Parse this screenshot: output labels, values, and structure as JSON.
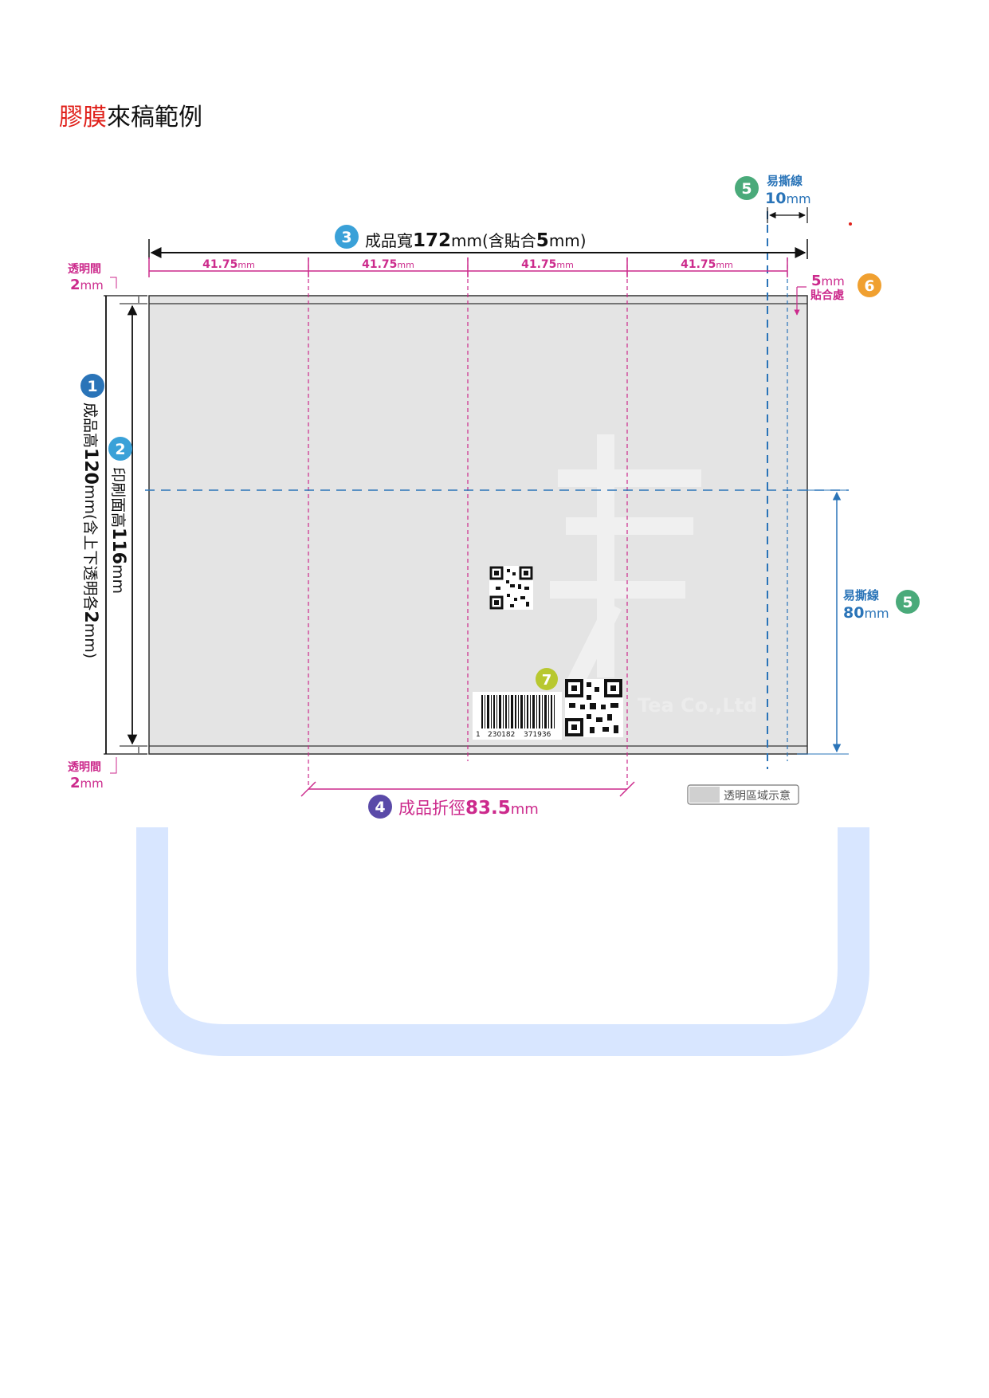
{
  "title": {
    "highlight": "膠膜",
    "rest": "來稿範例"
  },
  "width_label": {
    "num": "3",
    "prefix": "成品寬",
    "value": "172",
    "unit": "mm(含貼合",
    "value2": "5",
    "unit2": "mm)"
  },
  "panel_widths": [
    "41.75",
    "41.75",
    "41.75",
    "41.75"
  ],
  "panel_unit": "mm",
  "gap_top": {
    "label": "透明間",
    "value": "2",
    "unit": "mm"
  },
  "gap_bottom": {
    "label": "透明間",
    "value": "2",
    "unit": "mm"
  },
  "height_label_1": {
    "num": "1",
    "prefix": "成品高",
    "value": "120",
    "unit": "mm(含上下透明各",
    "value2": "2",
    "unit2": "mm)"
  },
  "height_label_2": {
    "num": "2",
    "prefix": "印刷面高",
    "value": "116",
    "unit": "mm"
  },
  "tear_top": {
    "num": "5",
    "label": "易撕線",
    "value": "10",
    "unit": "mm"
  },
  "tear_right": {
    "num": "5",
    "label": "易撕線",
    "value": "80",
    "unit": "mm"
  },
  "glue": {
    "num": "6",
    "value": "5",
    "unit": "mm",
    "label": "貼合處"
  },
  "fold": {
    "num": "4",
    "prefix": "成品折徑",
    "value": "83.5",
    "unit": "mm"
  },
  "barcode": {
    "num": "7",
    "digit1": "1",
    "digits2": "230182",
    "digits3": "371936"
  },
  "watermark": {
    "text": "Tea Co.,Ltd"
  },
  "legend": {
    "label": "透明區域示意"
  },
  "colors": {
    "magenta": "#cc2a8c",
    "blue": "#2a74b8",
    "panel": "#e4e4e4",
    "tray": "#d8e6ff",
    "accent_red": "#e0201a"
  }
}
